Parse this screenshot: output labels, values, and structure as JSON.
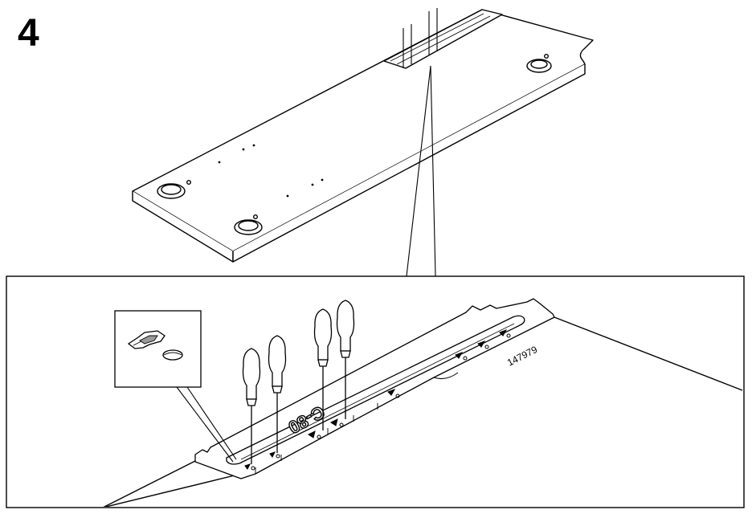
{
  "step": {
    "number": "4"
  },
  "part_number": "147979",
  "template_mark": "C-80",
  "colors": {
    "line": "#000000",
    "background": "#ffffff",
    "fill_dark": "#2b2b2b",
    "fill_gray": "#9a9a9a"
  },
  "icons": {
    "screwdriver": "screwdriver-icon",
    "hole_marker": "hole-marker-icon",
    "detail_symbol": "template-tab-icon"
  }
}
